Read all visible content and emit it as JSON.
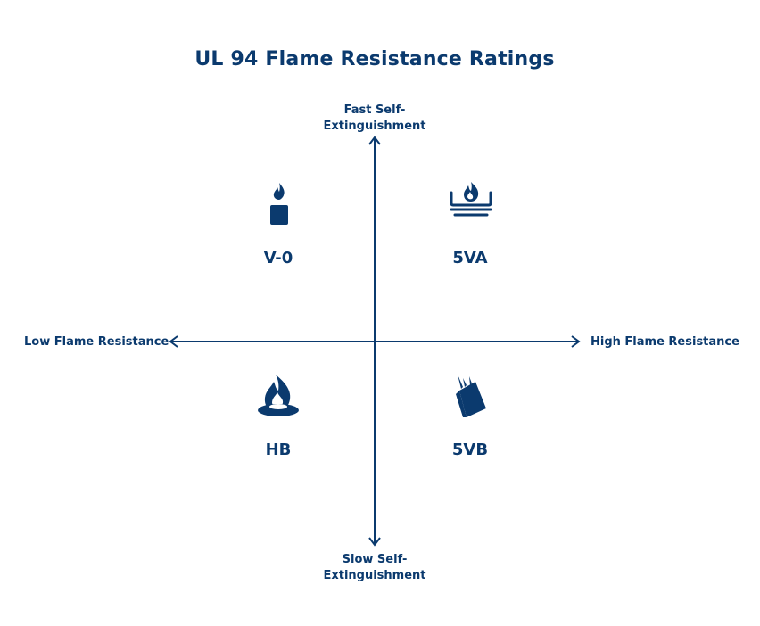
{
  "title": "UL 94 Flame Resistance Ratings",
  "axes": {
    "top_label_line1": "Fast Self-",
    "top_label_line2": "Extinguishment",
    "bottom_label_line1": "Slow Self-",
    "bottom_label_line2": "Extinguishment",
    "left_label": "Low Flame Resistance",
    "right_label": "High Flame Resistance"
  },
  "quadrants": {
    "top_left": {
      "label": "V-0",
      "icon": "candle-flame-icon"
    },
    "top_right": {
      "label": "5VA",
      "icon": "flame-burner-icon"
    },
    "bottom_left": {
      "label": "HB",
      "icon": "campfire-flame-icon"
    },
    "bottom_right": {
      "label": "5VB",
      "icon": "burning-panel-icon"
    }
  },
  "colors": {
    "primary": "#0b3a6e"
  }
}
